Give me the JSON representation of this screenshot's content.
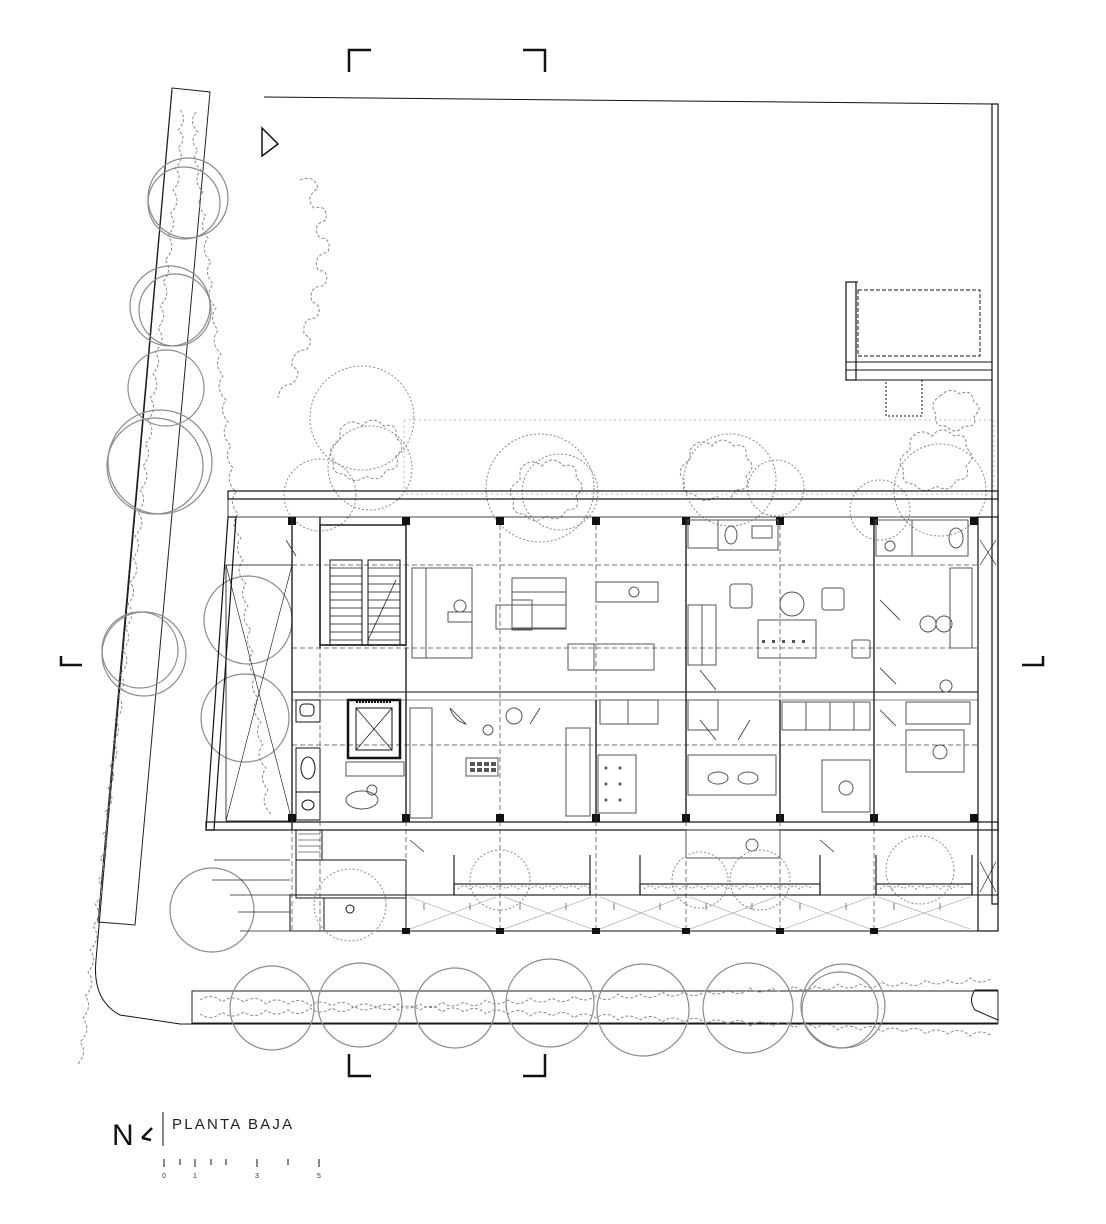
{
  "drawing": {
    "title": "PLANTA BAJA",
    "north_label": "N",
    "scale_bar": {
      "ticks": [
        "0",
        "1",
        "3",
        "5"
      ]
    },
    "colors": {
      "ink": "#111111",
      "wall": "#222222",
      "vegetation": "#8a8a8a",
      "furniture": "#555555",
      "hatch": "#9a9a9a",
      "background": "#ffffff"
    }
  }
}
